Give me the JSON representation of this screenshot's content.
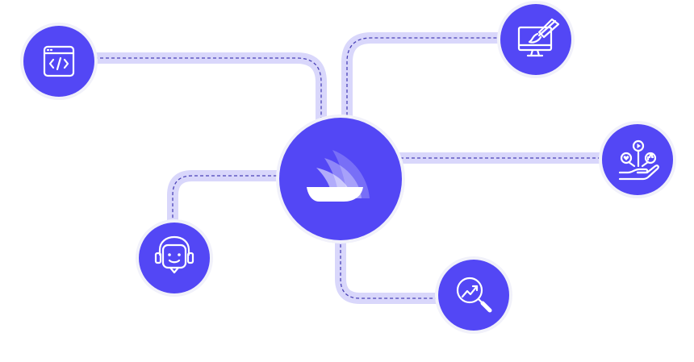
{
  "diagram": {
    "colors": {
      "node_fill": "#5347f5",
      "node_halo": "#f1f1fa",
      "track": "#d9d7fb",
      "dash": "#4b43b8",
      "icon": "#ffffff"
    },
    "hub": {
      "icon": "brand-wings-logo"
    },
    "nodes": [
      {
        "id": "code",
        "icon": "code-window-icon"
      },
      {
        "id": "design",
        "icon": "monitor-paintbrush-icon"
      },
      {
        "id": "social",
        "icon": "hand-social-engagement-icon"
      },
      {
        "id": "support",
        "icon": "support-bot-headset-icon"
      },
      {
        "id": "analytics",
        "icon": "search-trend-magnifier-icon"
      }
    ]
  }
}
